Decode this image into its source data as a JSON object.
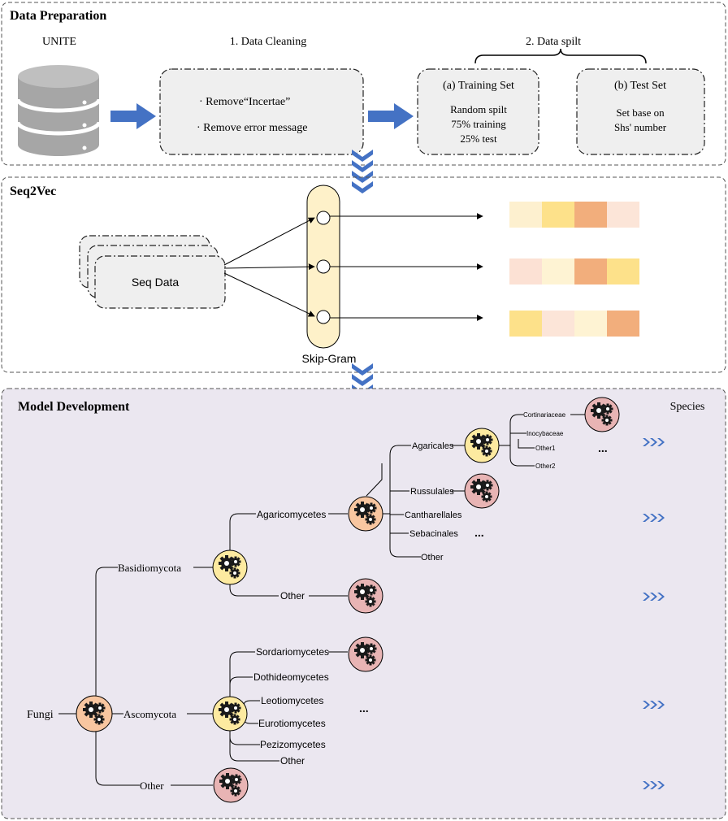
{
  "sections": {
    "prep_title": "Data Preparation",
    "seq2vec_title": "Seq2Vec",
    "model_title": "Model Development"
  },
  "prep": {
    "db_label": "UNITE",
    "cleaning_title": "1. Data Cleaning",
    "cleaning_items": [
      "· Remove“Incertae”",
      "· Remove error message"
    ],
    "split_title": "2. Data spilt",
    "train_title": "(a) Training Set",
    "train_lines": [
      "Random spilt",
      "75% training",
      "25% test"
    ],
    "test_title": "(b) Test Set",
    "test_lines": [
      "Set base on",
      "Shs' number"
    ]
  },
  "seq2vec": {
    "seq_label": "Seq Data",
    "skipgram_label": "Skip-Gram",
    "vectors": [
      [
        "#fdf0cf",
        "#fde18a",
        "#f2ae7c",
        "#fce5d8"
      ],
      [
        "#fce1d4",
        "#fef3d3",
        "#f2ae7c",
        "#fde18a"
      ],
      [
        "#fde18a",
        "#fce5d8",
        "#fef3d3",
        "#f2ae7c"
      ]
    ]
  },
  "tree": {
    "fungi": "Fungi",
    "basidiomycota": "Basidiomycota",
    "ascomycota": "Ascomycota",
    "other_root": "Other",
    "agaricomycetes": "Agaricomycetes",
    "other_basid": "Other",
    "agaricales": "Agaricales",
    "russulales": "Russulales",
    "cantharellales": "Cantharellales",
    "sebacinales": "Sebacinales",
    "other_agarico": "Other",
    "cortinariaceae": "Cortinariaceae",
    "inocybaceae": "Inocybaceae",
    "other1": "Other1",
    "other2": "Other2",
    "sordariomycetes": "Sordariomycetes",
    "dothideomycetes": "Dothideomycetes",
    "leotiomycetes": "Leotiomycetes",
    "eurotiomycetes": "Eurotiomycetes",
    "pezizomycetes": "Pezizomycetes",
    "other_asco": "Other",
    "species_label": "Species",
    "ellipsis": "..."
  },
  "colors": {
    "arrow_blue": "#4472c4",
    "node_orange": "#f8c6a0",
    "node_yellow": "#fdeaa0",
    "node_pink": "#e8b4b4",
    "panel_gray": "#efefef",
    "model_bg": "#ebe7f0"
  }
}
